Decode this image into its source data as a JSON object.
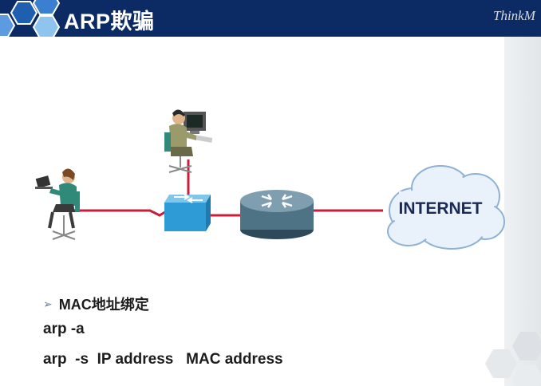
{
  "header": {
    "title": "ARP欺骗",
    "logo_text": "ThinkM"
  },
  "diagram": {
    "cloud_label": "INTERNET",
    "link_color": "#c81e3c"
  },
  "content": {
    "bullet": "MAC地址绑定",
    "commands": [
      "arp -a",
      "arp  -s  IP address   MAC address"
    ]
  },
  "colors": {
    "header_bg": "#0c2a63",
    "hex_blue": "#1e5fb0",
    "hex_light": "#8fc4ef"
  }
}
